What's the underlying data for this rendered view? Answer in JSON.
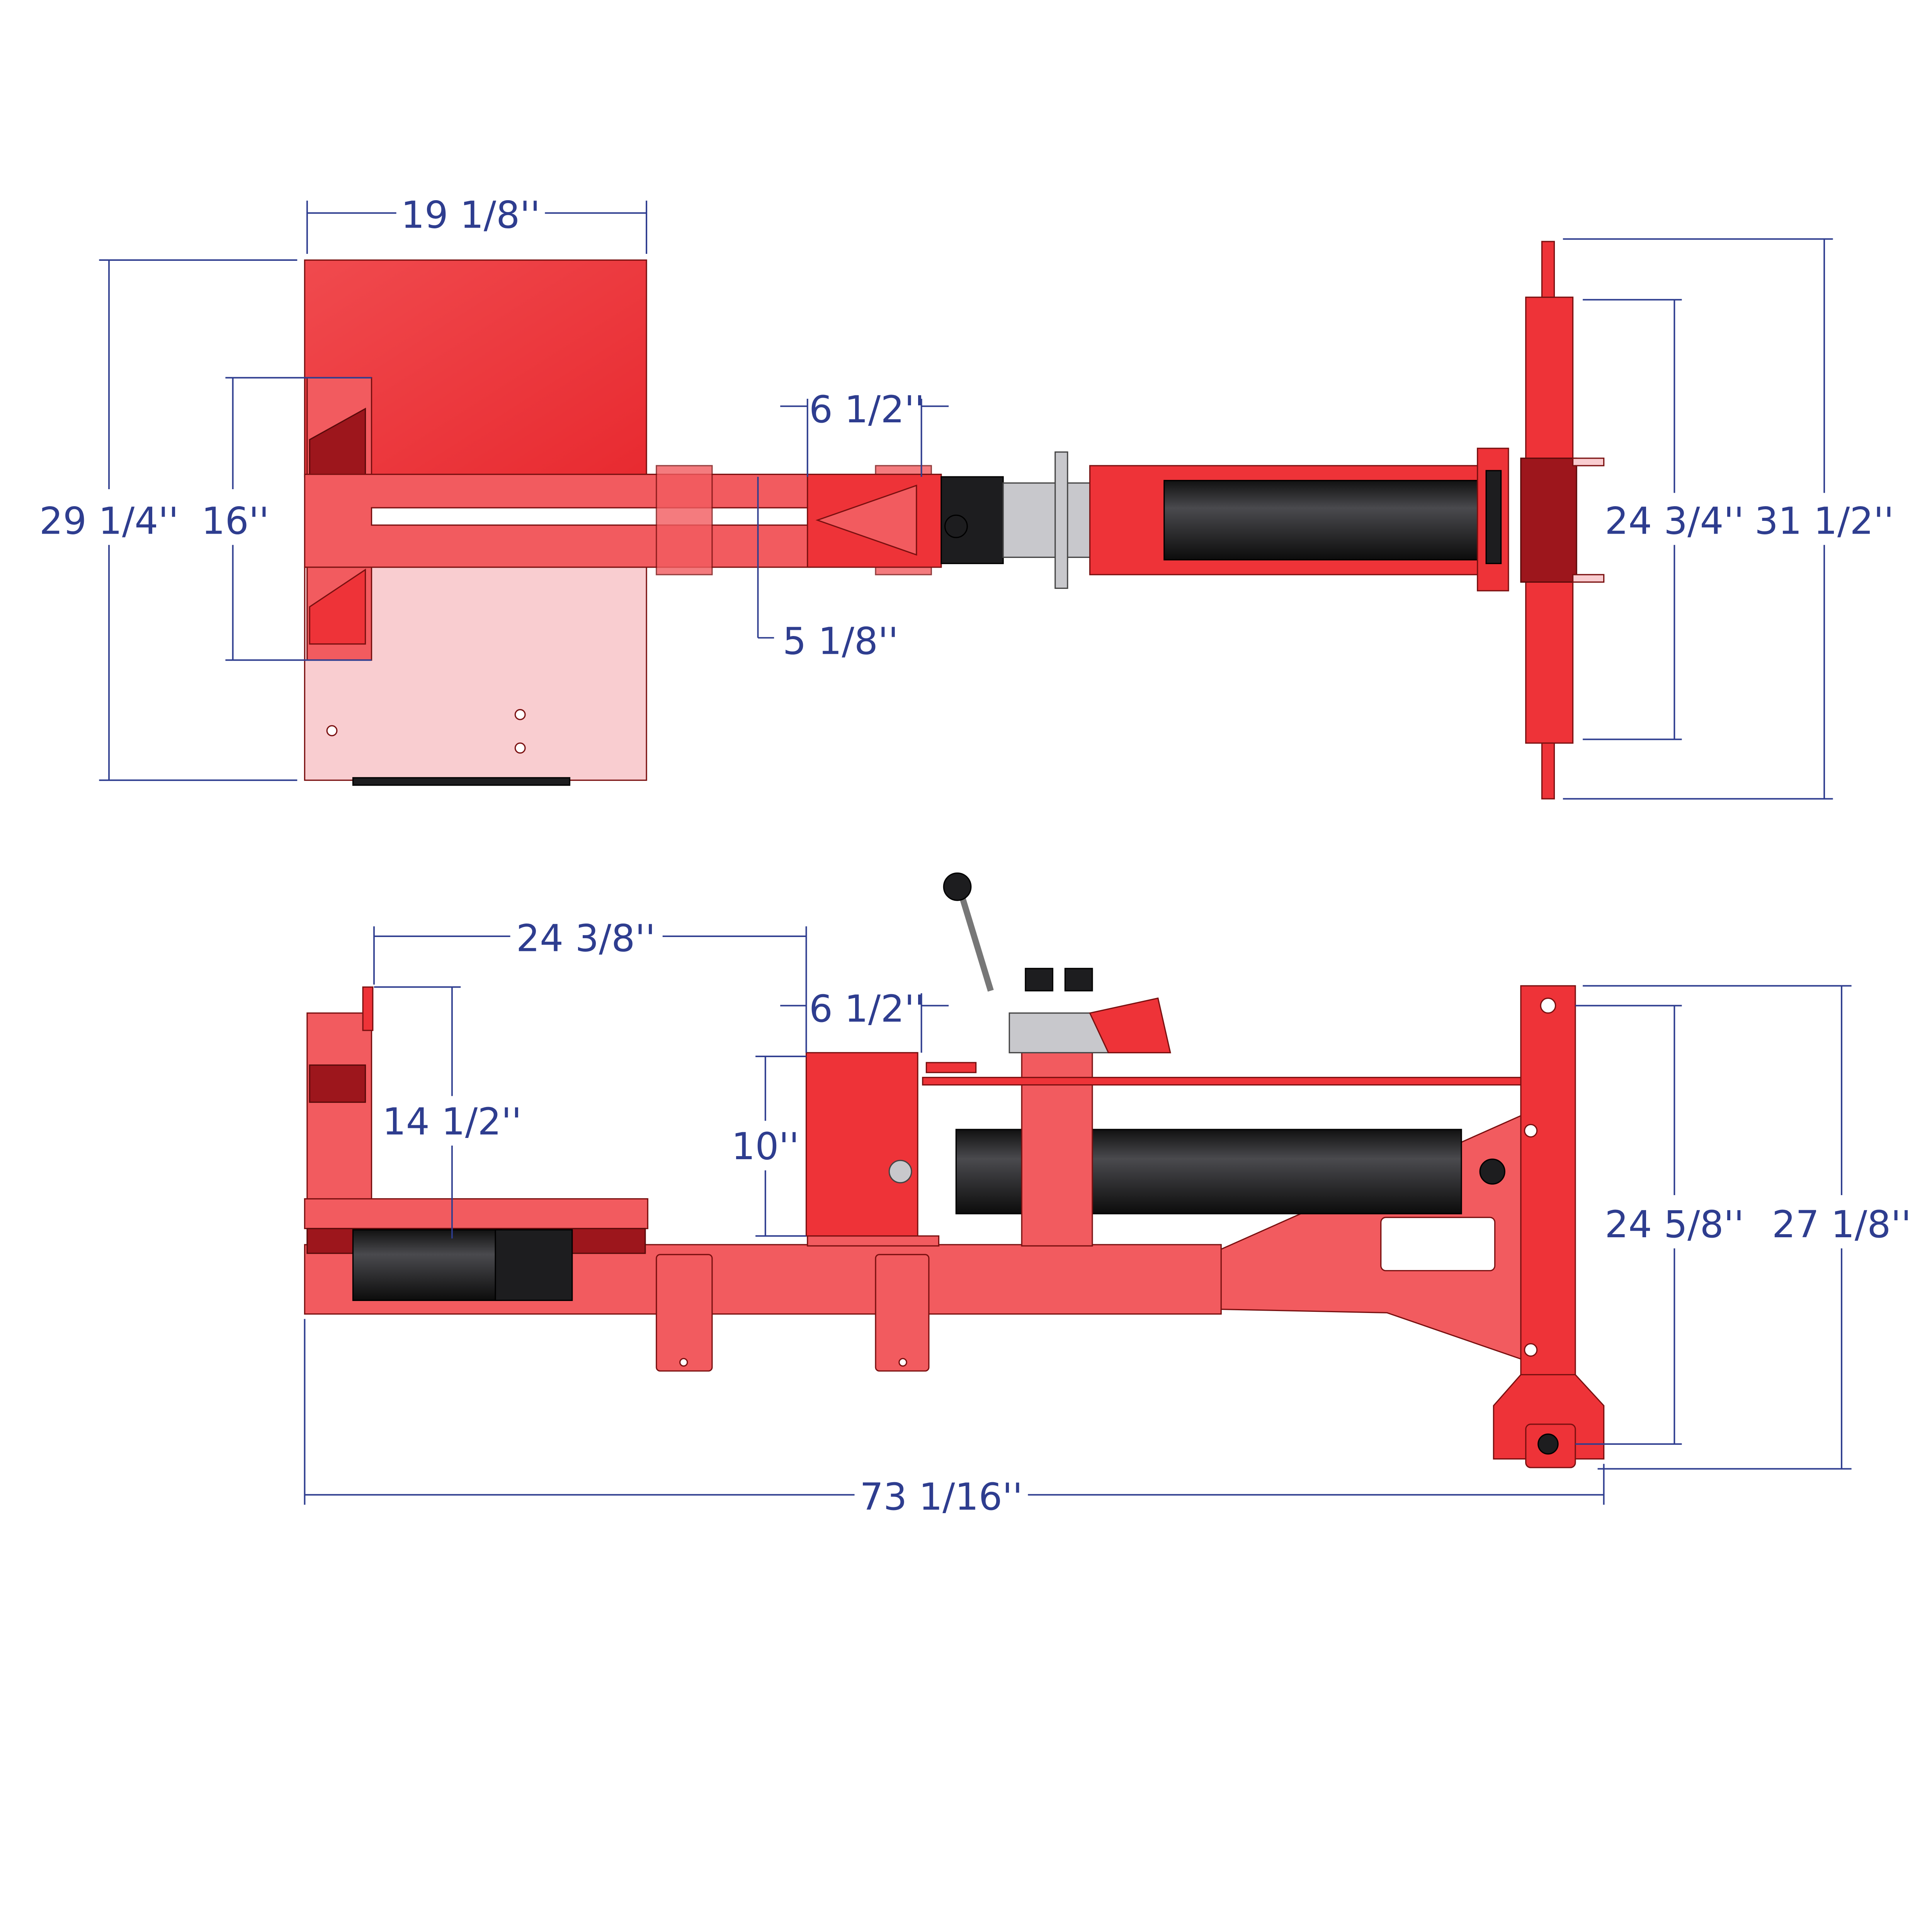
{
  "diagram": {
    "title": "Log splitter dimension drawing",
    "views": [
      "top-view",
      "side-view"
    ],
    "colors": {
      "frame": "#ee3338",
      "dimension": "#2e3d8f",
      "cylinder": "#1d1d1f"
    },
    "top_view": {
      "hopper_width": "19 1/8''",
      "overall_depth": "29 1/4''",
      "tray_depth": "16''",
      "wedge_length": "6 1/2''",
      "beam_width": "5 1/8''",
      "hitch_span_inner": "24 3/4''",
      "hitch_span_outer": "31 1/2''"
    },
    "side_view": {
      "log_length": "24 3/8''",
      "wedge_length": "6 1/2''",
      "backplate_height": "14 1/2''",
      "wedge_height": "10''",
      "mount_height_inner": "24 5/8''",
      "mount_height_outer": "27 1/8''",
      "overall_length": "73 1/16''"
    }
  }
}
